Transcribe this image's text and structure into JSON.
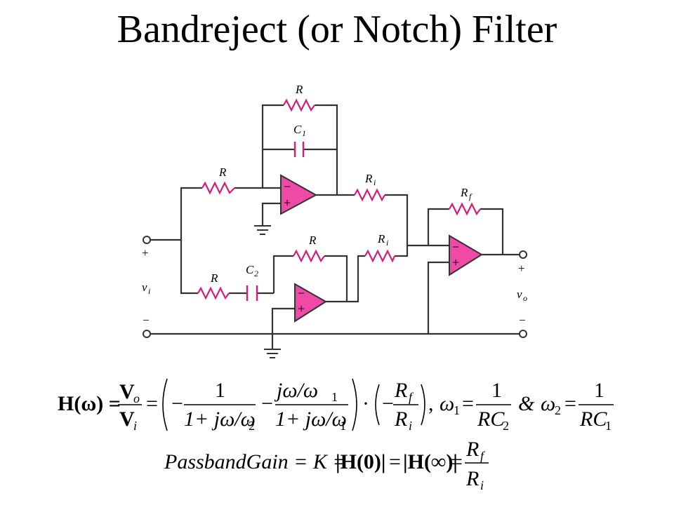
{
  "slide": {
    "title": "Bandreject (or Notch) Filter"
  },
  "circuit": {
    "labels": {
      "r_top": "R",
      "c1": "C",
      "c1_sub": "1",
      "r_in_top": "R",
      "ri_top": "R",
      "ri_top_sub": "i",
      "rf": "R",
      "rf_sub": "f",
      "r_mid": "R",
      "ri_mid": "R",
      "ri_mid_sub": "i",
      "r_in_bottom": "R",
      "c2": "C",
      "c2_sub": "2",
      "vi": "v",
      "vi_sub": "i",
      "vo": "v",
      "vo_sub": "o",
      "plus": "+",
      "minus": "−"
    },
    "colors": {
      "opamp_fill": "#ee4aa6",
      "resistor": "#d81b76",
      "wire": "#333333"
    }
  },
  "equations": {
    "transfer": {
      "lhs": "H(ω) =",
      "vo": "V",
      "vo_sub": "o",
      "vi": "V",
      "vi_sub": "i",
      "eq": "=",
      "minus1": "−",
      "one_a": "1",
      "den_a": "1+ jω/ω",
      "den_a_sub": "2",
      "minus2": "−",
      "num_b": "jω/ω",
      "num_b_sub": "1",
      "den_b": "1+ jω/ω",
      "den_b_sub": "1",
      "dot": "·",
      "minus3": "−",
      "rf": "R",
      "rf_sub": "f",
      "ri": "R",
      "ri_sub": "i",
      "comma": ",",
      "w1": "ω",
      "w1_sub": "1",
      "w1_eq": "=",
      "one_c": "1",
      "rc2": "RC",
      "rc2_sub": "2",
      "amp": "&",
      "w2": "ω",
      "w2_sub": "2",
      "w2_eq": "=",
      "one_d": "1",
      "rc1": "RC",
      "rc1_sub": "1"
    },
    "gain": {
      "lhs": "PassbandGain = K =",
      "h0": "|H(0)|",
      "eq2": "=",
      "hinf": "|H(∞)|",
      "eq3": "=",
      "rf": "R",
      "rf_sub": "f",
      "ri": "R",
      "ri_sub": "i"
    }
  }
}
